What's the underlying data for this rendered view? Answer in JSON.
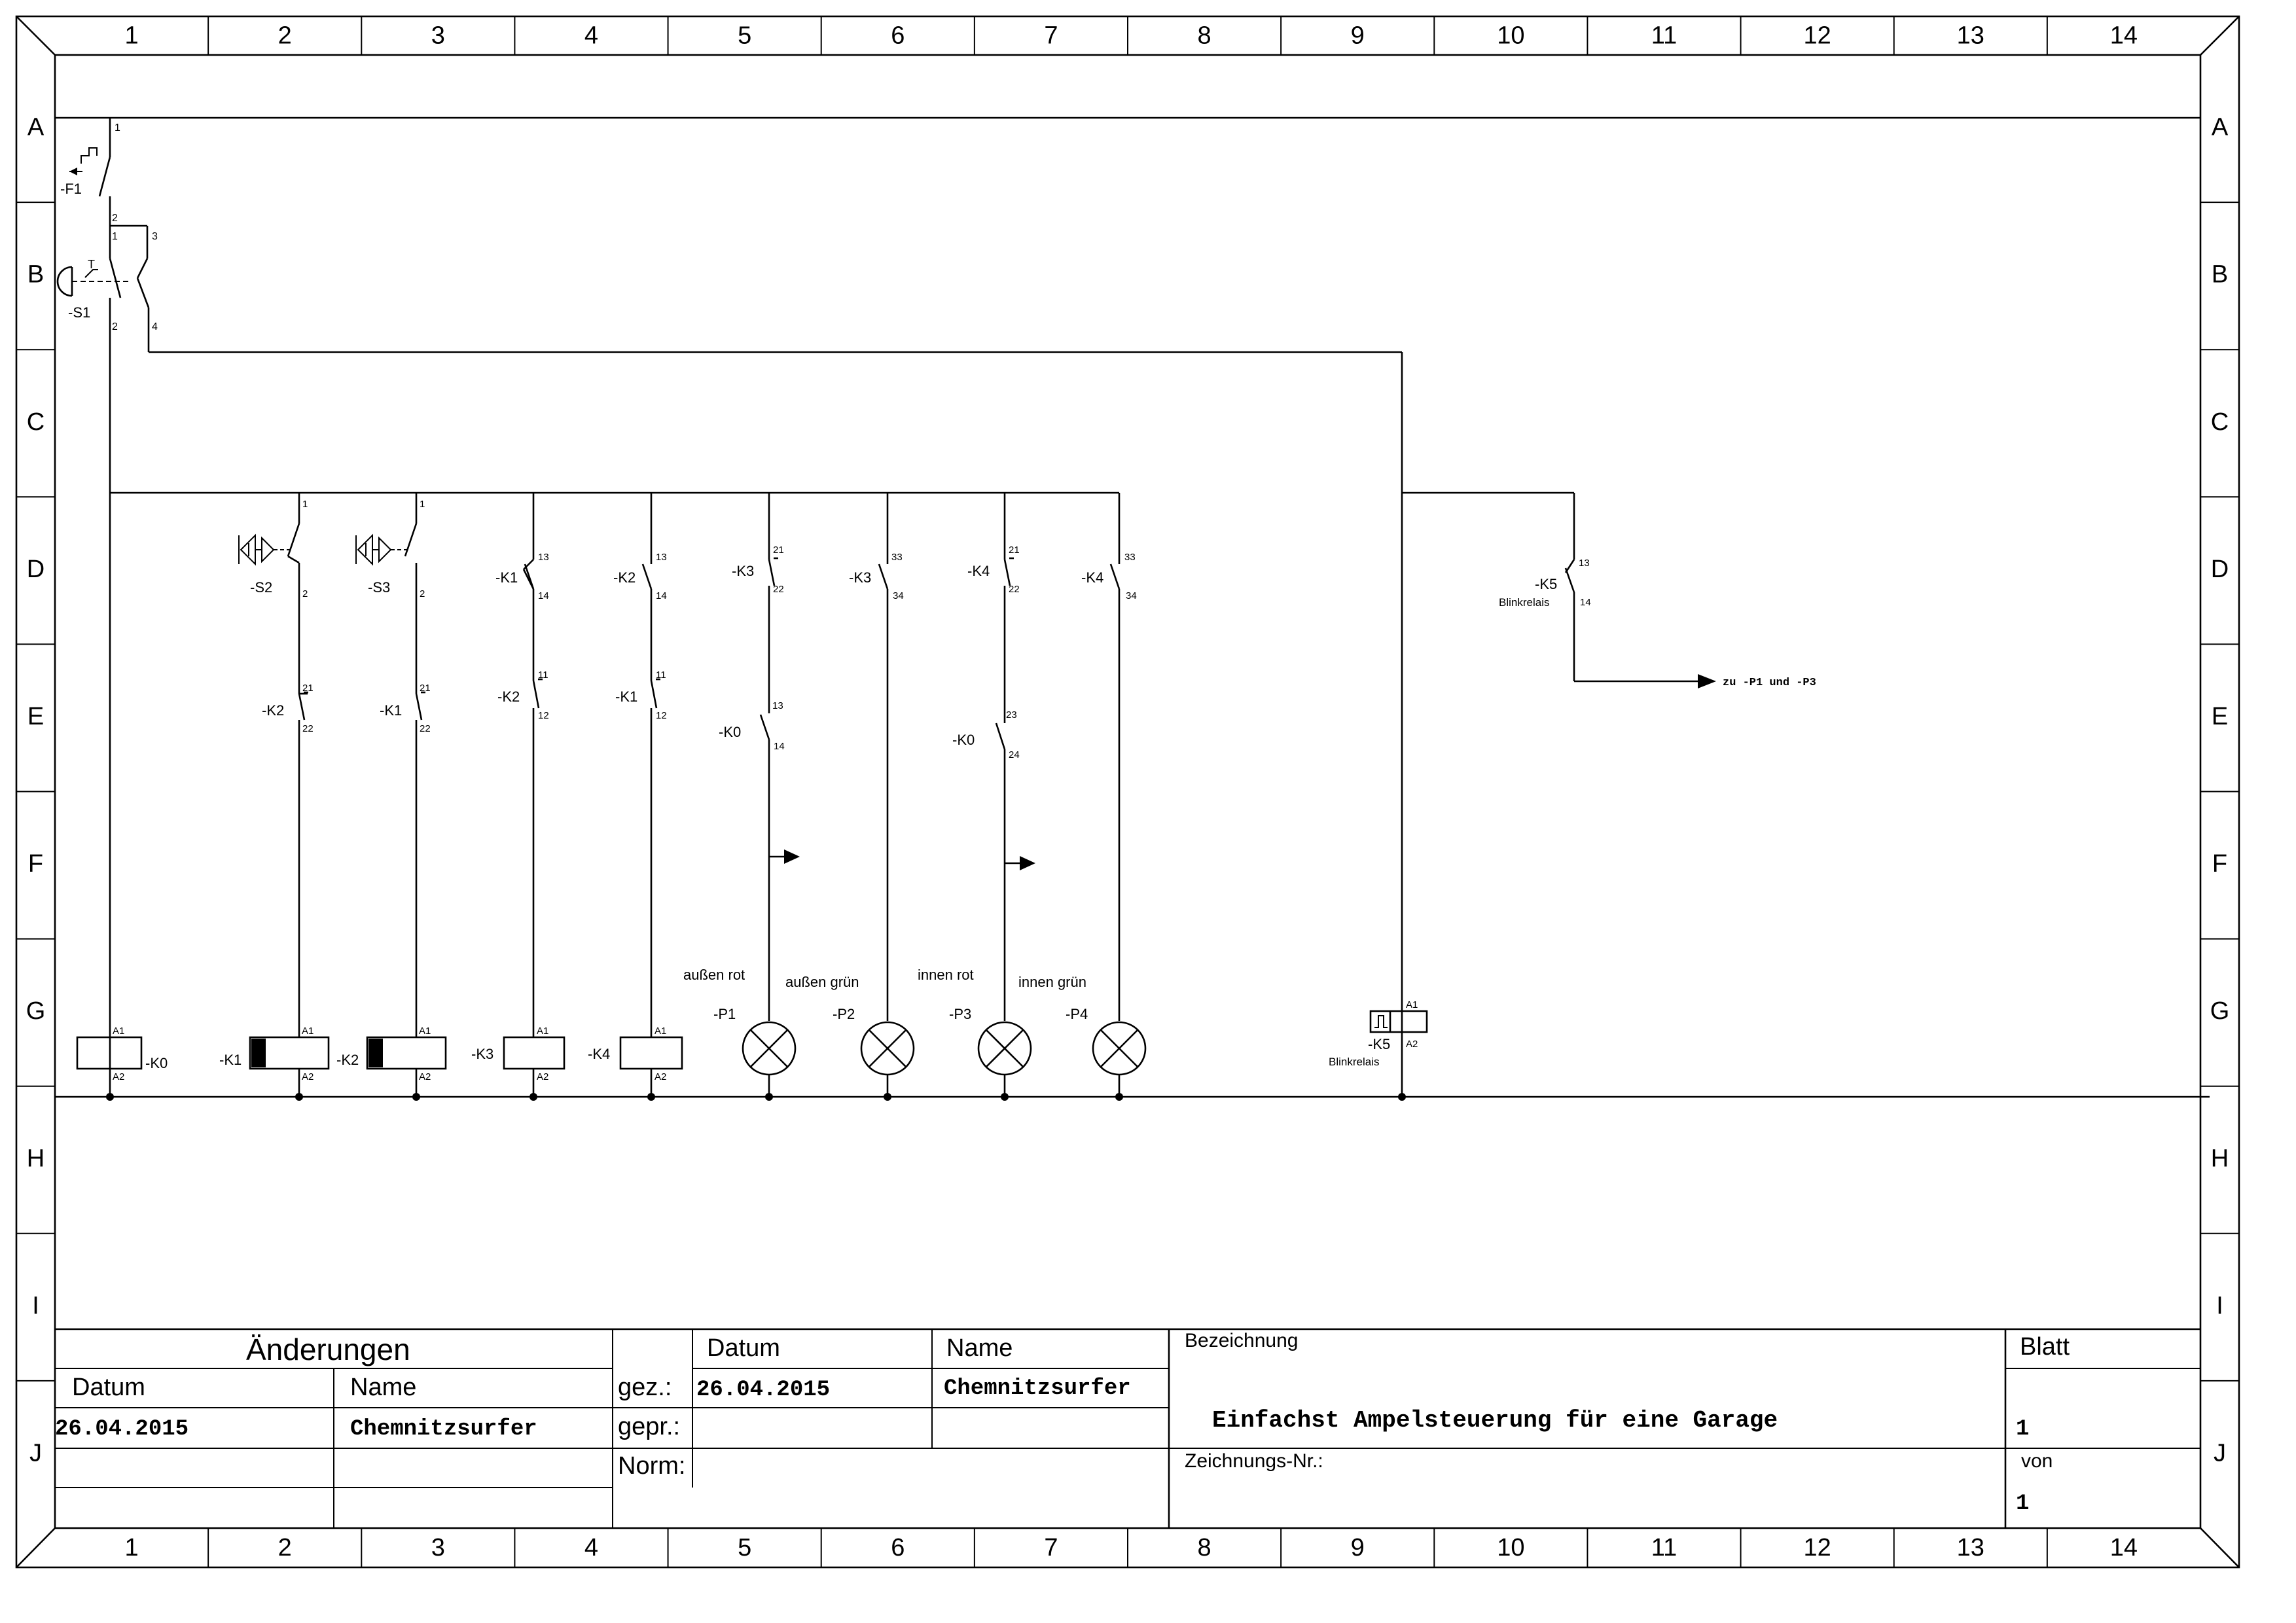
{
  "grid": {
    "columns": [
      "1",
      "2",
      "3",
      "4",
      "5",
      "6",
      "7",
      "8",
      "9",
      "10",
      "11",
      "12",
      "13",
      "14"
    ],
    "rows": [
      "A",
      "B",
      "C",
      "D",
      "E",
      "F",
      "G",
      "H",
      "I",
      "J"
    ]
  },
  "components": {
    "F1": {
      "label": "-F1",
      "t1": "1",
      "t2": "2"
    },
    "S1": {
      "label": "-S1",
      "t1": "1",
      "t2": "2",
      "t3": "3",
      "t4": "4"
    },
    "S2": {
      "label": "-S2",
      "t1": "1",
      "t2": "2"
    },
    "S3": {
      "label": "-S3",
      "t1": "1",
      "t2": "2"
    },
    "K1_no": {
      "label": "-K1",
      "t1": "13",
      "t2": "14"
    },
    "K2_no": {
      "label": "-K2",
      "t1": "13",
      "t2": "14"
    },
    "K3_nc": {
      "label": "-K3",
      "t1": "21",
      "t2": "22"
    },
    "K3_no": {
      "label": "-K3",
      "t1": "33",
      "t2": "34"
    },
    "K4_nc": {
      "label": "-K4",
      "t1": "21",
      "t2": "22"
    },
    "K4_no": {
      "label": "-K4",
      "t1": "33",
      "t2": "34"
    },
    "K2_nc": {
      "label": "-K2",
      "t1": "21",
      "t2": "22"
    },
    "K1_nc": {
      "label": "-K1",
      "t1": "21",
      "t2": "22"
    },
    "K2_nc2": {
      "label": "-K2",
      "t1": "11",
      "t2": "12"
    },
    "K1_nc2": {
      "label": "-K1",
      "t1": "11",
      "t2": "12"
    },
    "K0_no1": {
      "label": "-K0",
      "t1": "13",
      "t2": "14"
    },
    "K0_no2": {
      "label": "-K0",
      "t1": "23",
      "t2": "24"
    },
    "K5_c": {
      "label": "-K5",
      "sub": "Blinkrelais",
      "t1": "13",
      "t2": "14"
    },
    "K5_arrow": "zu -P1 und -P3",
    "coils": [
      {
        "label": "-K0",
        "a1": "A1",
        "a2": "A2"
      },
      {
        "label": "-K1",
        "a1": "A1",
        "a2": "A2"
      },
      {
        "label": "-K2",
        "a1": "A1",
        "a2": "A2"
      },
      {
        "label": "-K3",
        "a1": "A1",
        "a2": "A2"
      },
      {
        "label": "-K4",
        "a1": "A1",
        "a2": "A2"
      }
    ],
    "lamps": [
      {
        "label": "-P1",
        "desc": "außen rot"
      },
      {
        "label": "-P2",
        "desc": "außen grün"
      },
      {
        "label": "-P3",
        "desc": "innen rot"
      },
      {
        "label": "-P4",
        "desc": "innen grün"
      }
    ],
    "K5_coil": {
      "label": "-K5",
      "sub": "Blinkrelais",
      "a1": "A1",
      "a2": "A2"
    }
  },
  "titleblock": {
    "aenderungen": "Änderungen",
    "datum": "Datum",
    "name": "Name",
    "change_date": "26.04.2015",
    "change_name": "Chemnitzsurfer",
    "gez": "gez.:",
    "gepr": "gepr.:",
    "norm": "Norm:",
    "gez_date": "26.04.2015",
    "gez_name": "Chemnitzsurfer",
    "bezeichnung": "Bezeichnung",
    "title": "Einfachst Ampelsteuerung für eine Garage",
    "zeichnungsnr": "Zeichnungs-Nr.:",
    "blatt": "Blatt",
    "blatt_value": "1",
    "von": "von",
    "von_value": "1"
  }
}
